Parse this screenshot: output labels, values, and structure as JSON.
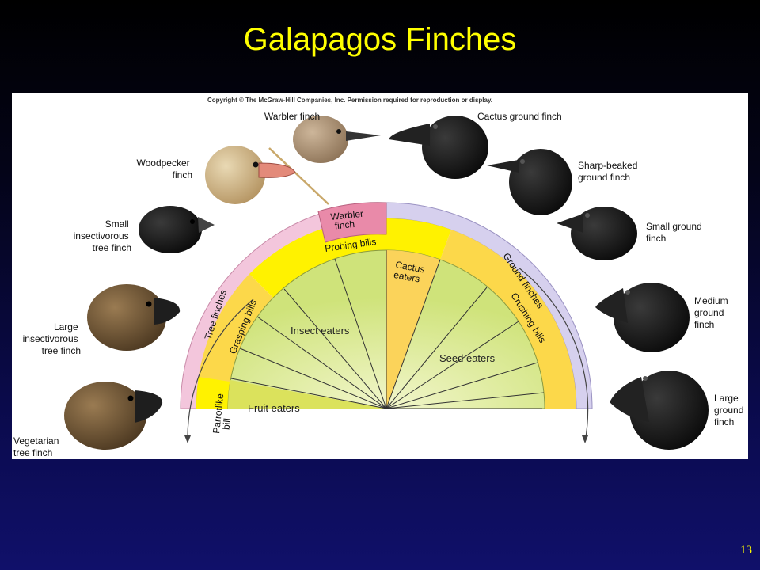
{
  "slide": {
    "title": "Galapagos Finches",
    "number": "13"
  },
  "figure": {
    "copyright": "Copyright © The McGraw-Hill Companies, Inc. Permission required for reproduction or display.",
    "left_group": [
      "Tree",
      "finches"
    ],
    "right_group": [
      "Ground",
      "finches"
    ],
    "bill_types": {
      "warbler": [
        "Warbler",
        "finch"
      ],
      "probing": "Probing bills",
      "grasping": [
        "Grasping",
        "bills"
      ],
      "parrotlike": [
        "Parrotlike",
        "bill"
      ],
      "crushing": [
        "Crushing",
        "bills"
      ],
      "cactus": [
        "Cactus",
        "eaters"
      ]
    },
    "diets": {
      "insect": "Insect eaters",
      "fruit": "Fruit eaters",
      "seed": "Seed eaters"
    },
    "finches_left": [
      {
        "name": "Warbler finch",
        "lines": [
          "Warbler finch"
        ]
      },
      {
        "name": "Woodpecker finch",
        "lines": [
          "Woodpecker",
          "finch"
        ]
      },
      {
        "name": "Small insectivorous tree finch",
        "lines": [
          "Small",
          "insectivorous",
          "tree finch"
        ]
      },
      {
        "name": "Large insectivorous tree finch",
        "lines": [
          "Large",
          "insectivorous",
          "tree finch"
        ]
      },
      {
        "name": "Vegetarian tree finch",
        "lines": [
          "Vegetarian",
          "tree finch"
        ]
      }
    ],
    "finches_right": [
      {
        "name": "Cactus ground finch",
        "lines": [
          "Cactus ground finch"
        ]
      },
      {
        "name": "Sharp-beaked ground finch",
        "lines": [
          "Sharp-beaked",
          "ground finch"
        ]
      },
      {
        "name": "Small ground finch",
        "lines": [
          "Small ground",
          "finch"
        ]
      },
      {
        "name": "Medium ground finch",
        "lines": [
          "Medium",
          "ground",
          "finch"
        ]
      },
      {
        "name": "Large ground finch",
        "lines": [
          "Large",
          "ground",
          "finch"
        ]
      }
    ],
    "colors": {
      "outer_left": "#f3c6dc",
      "outer_right": "#d6d0ee",
      "band_yellow": "#fff200",
      "band_orange": "#fcd84a",
      "warbler_pink": "#e98aa9",
      "inner_green": "#d7e88c",
      "inner_light": "#e9f0b8",
      "bird_dark": "#151515",
      "bird_brown": "#6e5433",
      "bird_tan": "#bba27a"
    }
  }
}
